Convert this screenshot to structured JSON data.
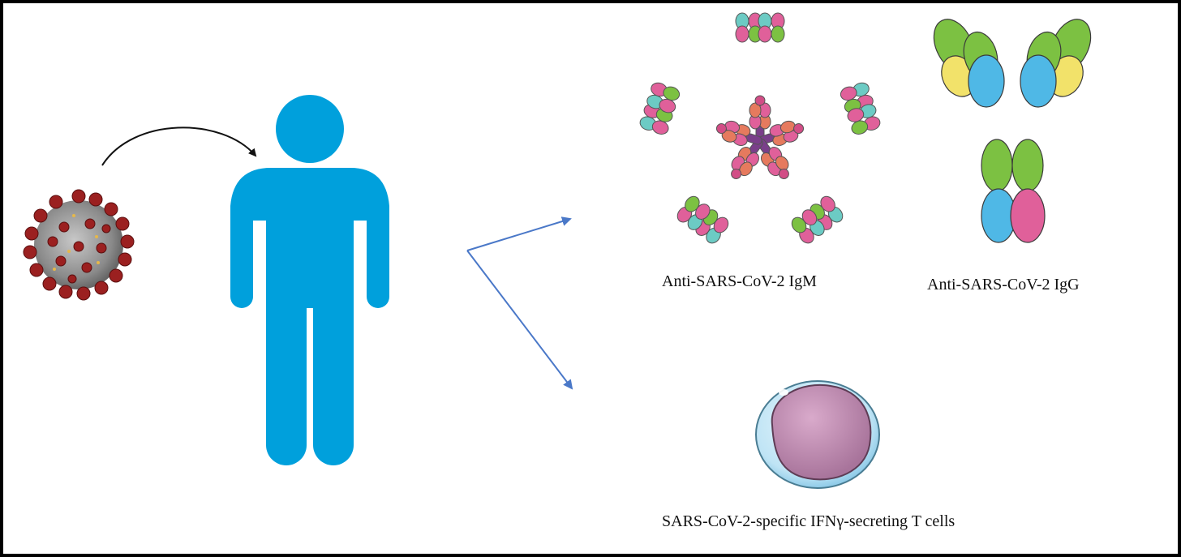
{
  "labels": {
    "igm": "Anti-SARS-CoV-2 IgM",
    "igg": "Anti-SARS-CoV-2 IgG",
    "tcell": "SARS-CoV-2-specific IFNγ-secreting  T cells"
  },
  "icons": [
    "virus-icon",
    "person-icon",
    "igm-pentamer-icon",
    "igg-antibody-icon",
    "t-cell-icon"
  ],
  "colors": {
    "person": "#00a0dc",
    "arrow_branch": "#4a78c8",
    "virus": "#9b2020",
    "igm_pink": "#e0609a",
    "igm_teal": "#6ccbc4",
    "igg_green": "#7cc142",
    "igg_blue": "#4fb8e6",
    "t_cell_nucleus": "#c08ab0"
  }
}
